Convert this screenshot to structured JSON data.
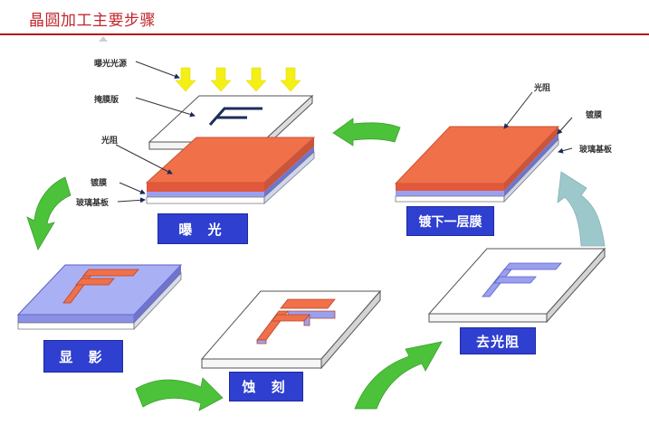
{
  "header": {
    "title": "晶圆加工主要步骤"
  },
  "diagram": {
    "steps": [
      {
        "id": "exposure",
        "label": "曝 光"
      },
      {
        "id": "develop",
        "label": "显 影"
      },
      {
        "id": "etch",
        "label": "蚀 刻"
      },
      {
        "id": "strip",
        "label": "去光阻"
      },
      {
        "id": "deposit",
        "label": "镀下一层膜"
      }
    ],
    "exposure_parts": {
      "light_source": "曝光光源",
      "mask": "掩膜版",
      "photoresist": "光阻",
      "coating": "镀膜",
      "substrate": "玻璃基板"
    },
    "deposit_parts": {
      "photoresist": "光阻",
      "coating": "镀膜",
      "substrate": "玻璃基板"
    },
    "colors": {
      "title": "#c0272d",
      "rule": "#b5121b",
      "label_bg": "#2f3fcf",
      "photoresist": "#f0704a",
      "coating": "#9aa0f0",
      "arrow_green": "#4cc23a",
      "arrow_teal": "#9cc8cc",
      "light_yellow": "#f4f016"
    }
  }
}
